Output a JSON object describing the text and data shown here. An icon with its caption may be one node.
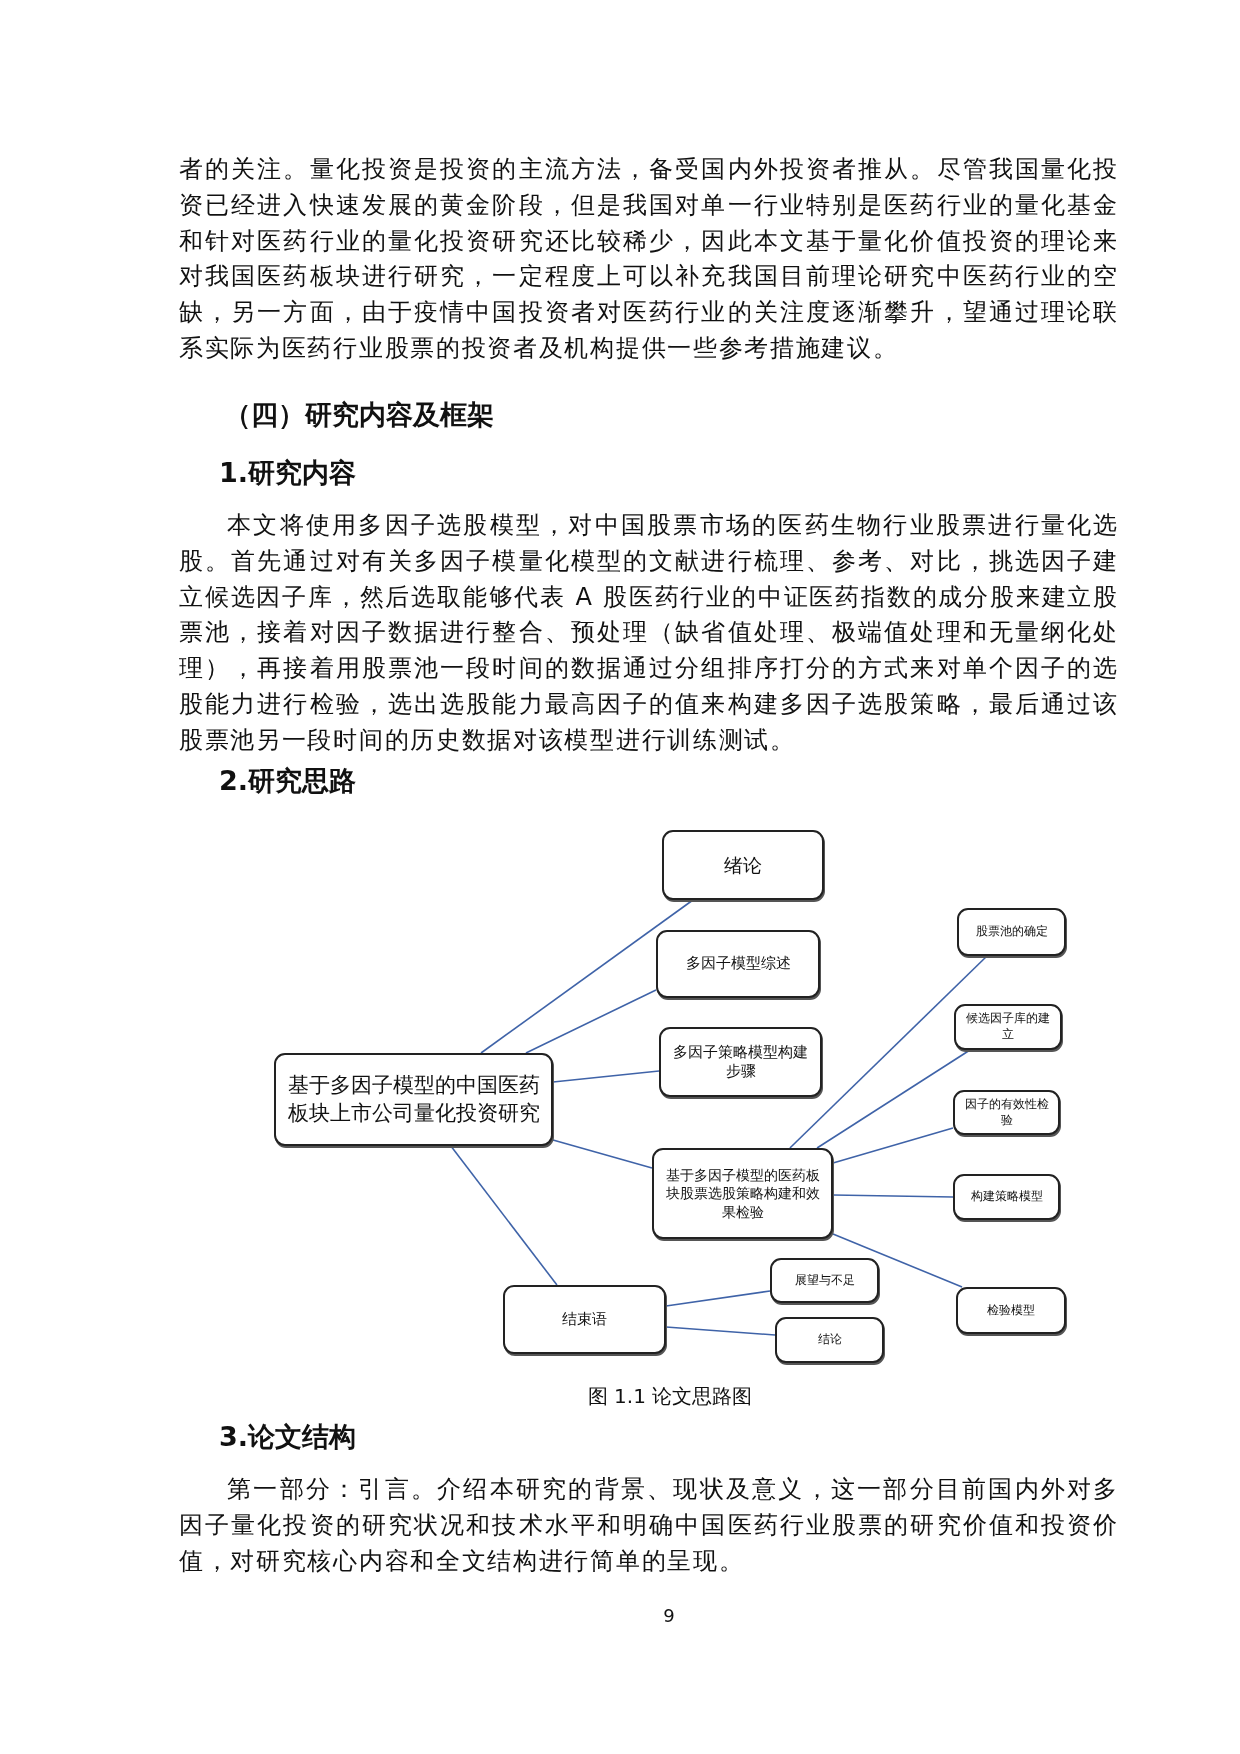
{
  "diagram": {
    "caption": "图 1.1 论文思路图",
    "nodes": [
      {
        "text": [
          "基于多因子模型的中国医药板块上市公司量化投资研究"
        ]
      },
      {
        "text": [
          "绪论"
        ]
      },
      {
        "text": [
          "多因子模型综述"
        ]
      },
      {
        "text": [
          "多因子策略模型构建步骤"
        ]
      },
      {
        "text": [
          "基于多因子模型的医药板块股票选股策略构建和效果检验"
        ]
      },
      {
        "text": [
          "股票池的确定"
        ]
      },
      {
        "text": [
          "候选因子库的建立"
        ]
      },
      {
        "text": [
          "因子的有效性检验"
        ]
      },
      {
        "text": [
          "构建策略模型"
        ]
      },
      {
        "text": [
          "展望与不足"
        ]
      },
      {
        "text": [
          "检验模型"
        ]
      },
      {
        "text": [
          "结束语"
        ]
      },
      {
        "text": [
          "结论"
        ]
      }
    ],
    "edges": [
      {
        "from": 0,
        "to": 1,
        "arrow": "none"
      },
      {
        "from": 0,
        "to": 2,
        "arrow": "none"
      },
      {
        "from": 0,
        "to": 3,
        "arrow": "none"
      },
      {
        "from": 0,
        "to": 4,
        "arrow": "none"
      },
      {
        "from": 0,
        "to": 11,
        "arrow": "none"
      },
      {
        "from": 4,
        "to": 5,
        "arrow": "none"
      },
      {
        "from": 4,
        "to": 6,
        "arrow": "none"
      },
      {
        "from": 4,
        "to": 7,
        "arrow": "none"
      },
      {
        "from": 4,
        "to": 8,
        "arrow": "none"
      },
      {
        "from": 4,
        "to": 10,
        "arrow": "none"
      },
      {
        "from": 11,
        "to": 9,
        "arrow": "none"
      },
      {
        "from": 11,
        "to": 12,
        "arrow": "none"
      }
    ],
    "labels": [
      "者的关注。量化投资是投资的主流方法，备受国内外投资者推从。尽管我国量化投资已经进入快速发展的黄金阶段，但是我国对单一行业特别是医药行业的量化基金和针对医药行业的量化投资研究还比较稀少，因此本文基于量化价值投资的理论来对我国医药板块进行研究，一定程度上可以补充我国目前理论研究中医药行业的空缺，另一方面，由于疫情中国投资者对医药行业的关注度逐渐攀升，望通过理论联系实际为医药行业股票的投资者及机构提供一些参考措施建议。",
      "（四）研究内容及框架",
      "1.研究内容",
      "本文将使用多因子选股模型，对中国股票市场的医药生物行业股票进行量化选股。首先通过对有关多因子模量化模型的文献进行梳理、参考、对比，挑选因子建立候选因子库，然后选取能够代表 A 股医药行业的中证医药指数的成分股来建立股票池，接着对因子数据进行整合、预处理（缺省值处理、极端值处理和无量纲化处理），再接着用股票池一段时间的数据通过分组排序打分的方式来对单个因子的选股能力进行检验，选出选股能力最高因子的值来构建多因子选股策略，最后通过该股票池另一段时间的历史数据对该模型进行训练测试。",
      "2.研究思路",
      "3.论文结构",
      "第一部分：引言。介绍本研究的背景、现状及意义，这一部分目前国内外对多因子量化投资的研究状况和技术水平和明确中国医药行业股票的研究价值和投资价值，对研究核心内容和全文结构进行简单的呈现。",
      "9"
    ]
  }
}
